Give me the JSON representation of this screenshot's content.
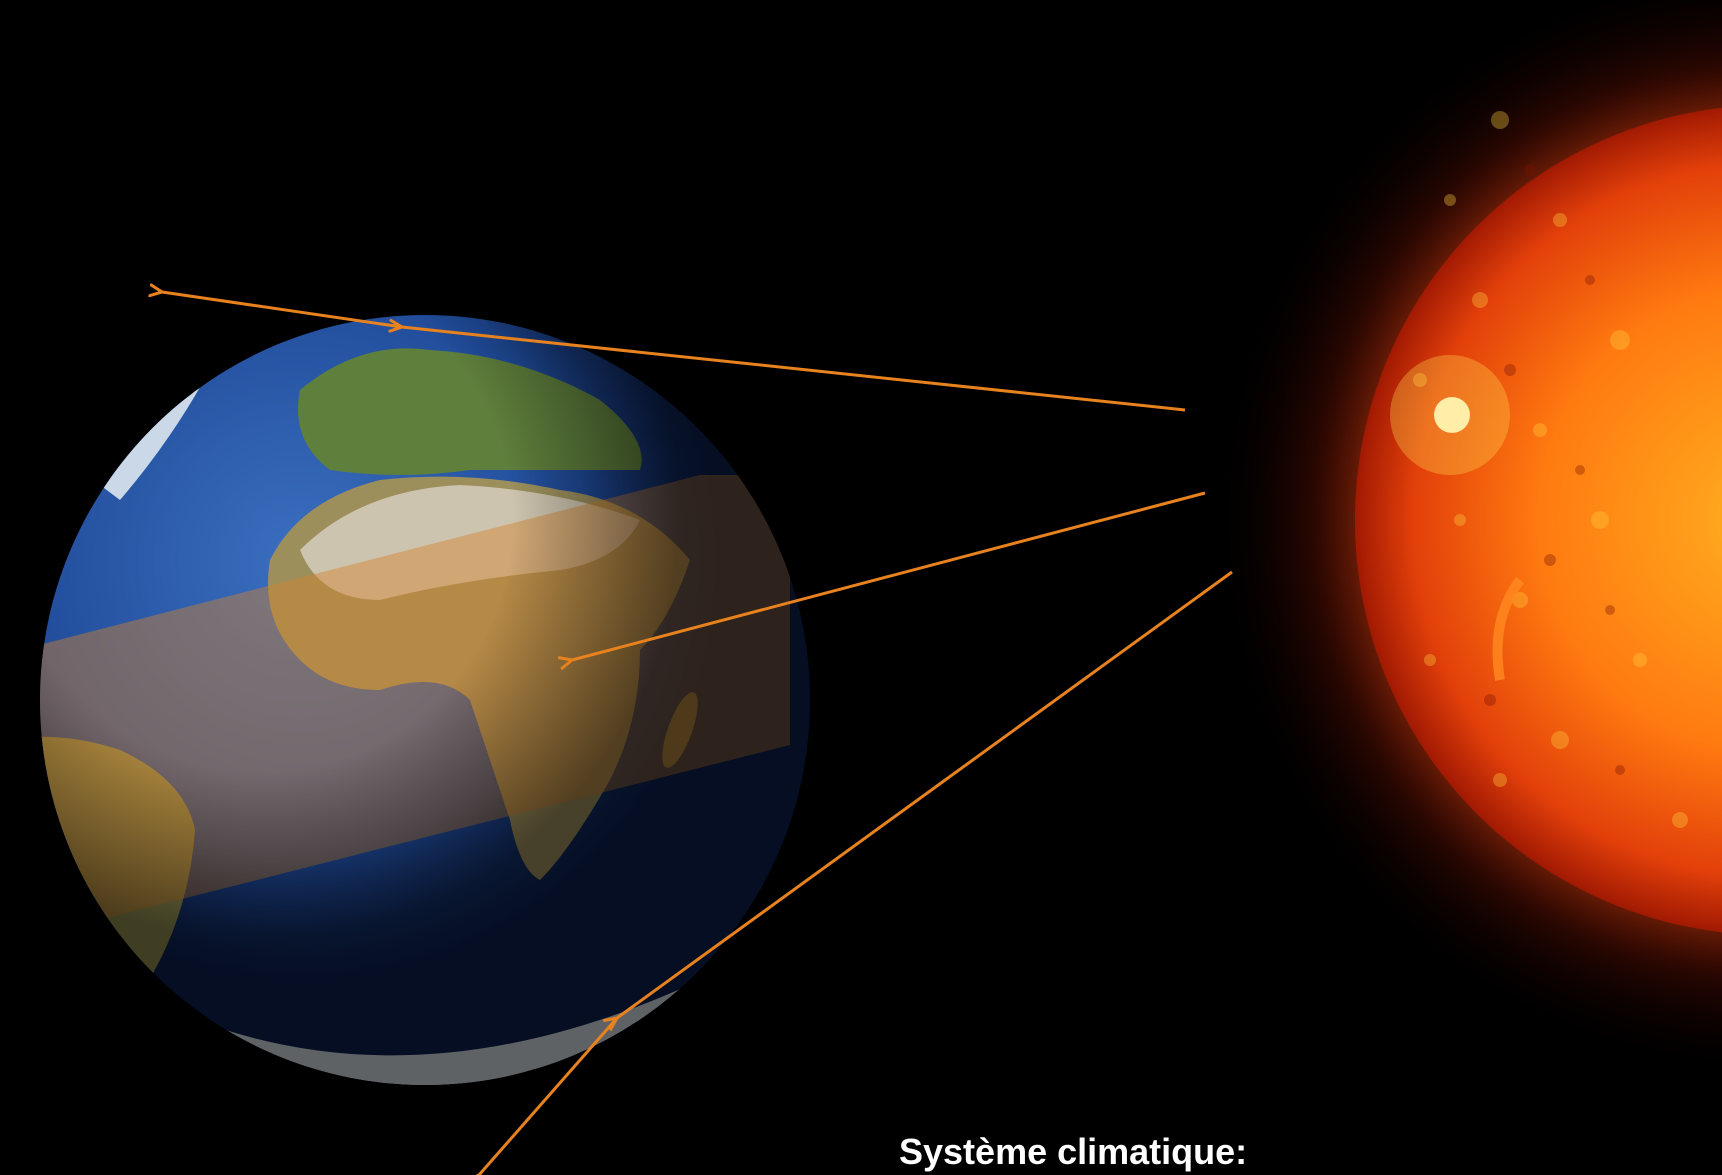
{
  "caption": "Système climatique:",
  "colors": {
    "background": "#000000",
    "arrow": "#e8821e",
    "tropical_band": "#d2822d",
    "ocean": "#1e4b9a",
    "land": "#9a8a52",
    "ice": "#e8eef2",
    "sun_core": "#ff9a1a",
    "sun_edge": "#b51e04"
  },
  "elements": {
    "sun": "sun",
    "earth": "earth",
    "tropical_band": "tropical-band",
    "rays": [
      "ray-north-reflected",
      "ray-equator-absorbed",
      "ray-south-reflected"
    ]
  }
}
